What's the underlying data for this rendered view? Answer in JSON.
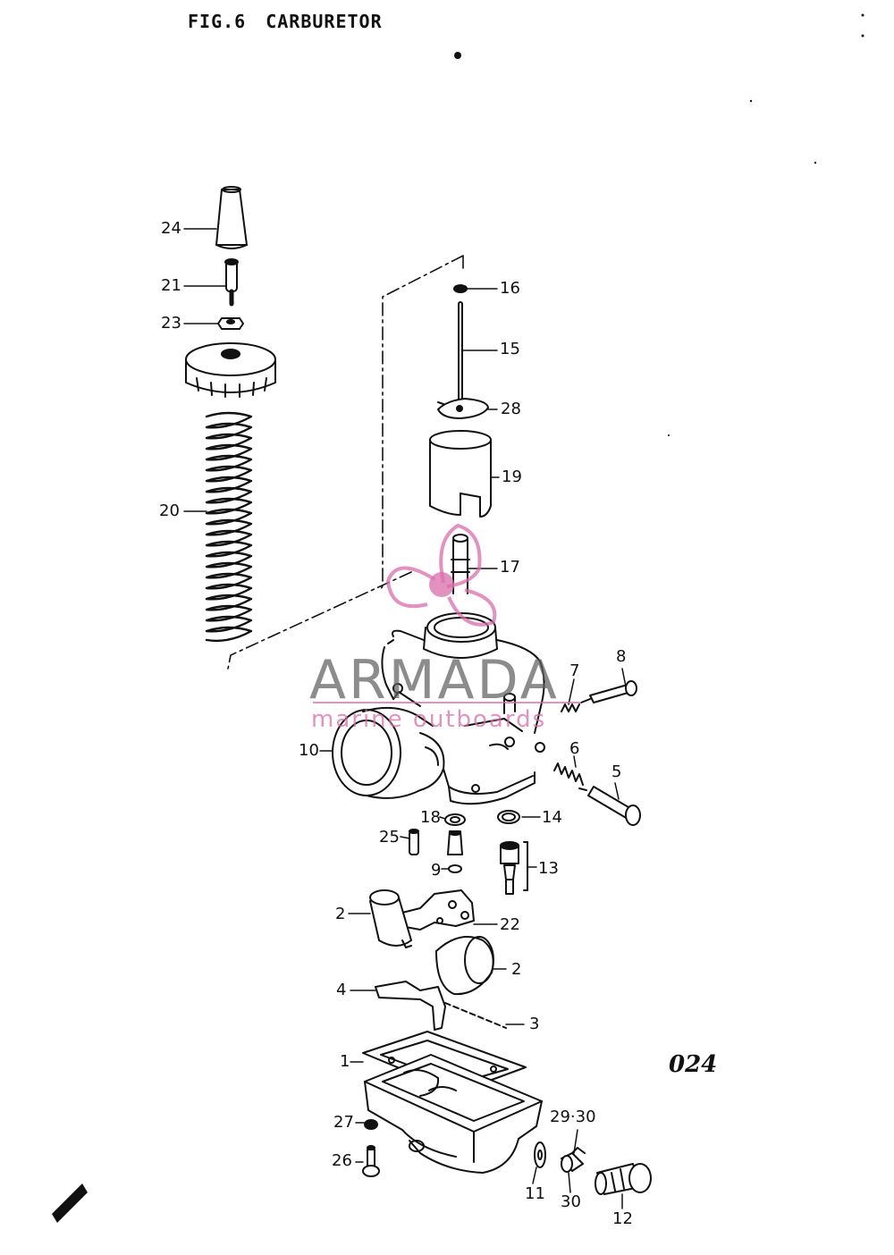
{
  "figure": {
    "number": "FIG.6",
    "name": "CARBURETOR"
  },
  "page_code": "024",
  "watermark": {
    "brand": "ARMADA",
    "tagline": "marine outboards",
    "logo": "propeller-logo"
  },
  "callouts": [
    {
      "id": "c24",
      "label": "24"
    },
    {
      "id": "c21",
      "label": "21"
    },
    {
      "id": "c23",
      "label": "23"
    },
    {
      "id": "c20",
      "label": "20"
    },
    {
      "id": "c16",
      "label": "16"
    },
    {
      "id": "c15",
      "label": "15"
    },
    {
      "id": "c28",
      "label": "28"
    },
    {
      "id": "c19",
      "label": "19"
    },
    {
      "id": "c17",
      "label": "17"
    },
    {
      "id": "c7",
      "label": "7"
    },
    {
      "id": "c8",
      "label": "8"
    },
    {
      "id": "c10",
      "label": "10"
    },
    {
      "id": "c6",
      "label": "6"
    },
    {
      "id": "c5",
      "label": "5"
    },
    {
      "id": "c18",
      "label": "18"
    },
    {
      "id": "c14",
      "label": "14"
    },
    {
      "id": "c25",
      "label": "25"
    },
    {
      "id": "c9",
      "label": "9"
    },
    {
      "id": "c13",
      "label": "13"
    },
    {
      "id": "c2a",
      "label": "2"
    },
    {
      "id": "c22",
      "label": "22"
    },
    {
      "id": "c2b",
      "label": "2"
    },
    {
      "id": "c4",
      "label": "4"
    },
    {
      "id": "c3",
      "label": "3"
    },
    {
      "id": "c1",
      "label": "1"
    },
    {
      "id": "c27",
      "label": "27"
    },
    {
      "id": "c26",
      "label": "26"
    },
    {
      "id": "c2930",
      "label": "29·30"
    },
    {
      "id": "c11",
      "label": "11"
    },
    {
      "id": "c30",
      "label": "30"
    },
    {
      "id": "c12",
      "label": "12"
    }
  ]
}
